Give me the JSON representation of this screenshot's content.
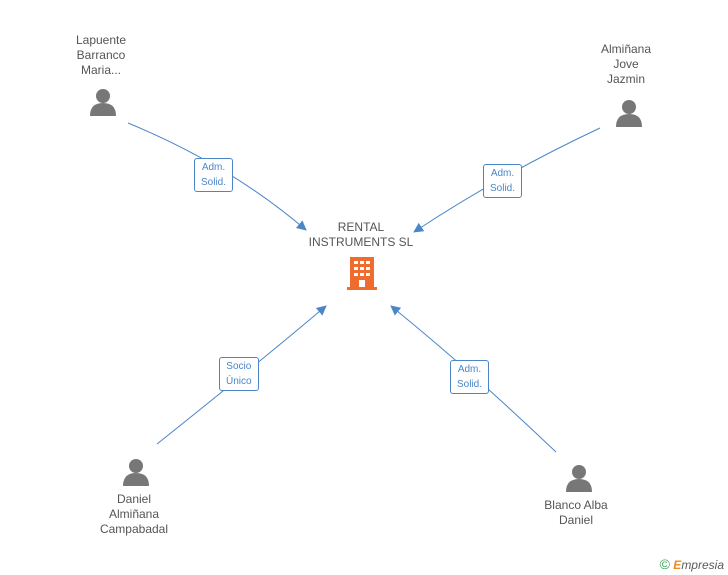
{
  "company": {
    "name_line1": "RENTAL",
    "name_line2": "INSTRUMENTS SL",
    "icon": "building-icon",
    "color": "#f06b2e"
  },
  "people": [
    {
      "lines": [
        "Lapuente",
        "Barranco",
        "Maria..."
      ],
      "role_lines": [
        "Adm.",
        "Solid."
      ]
    },
    {
      "lines": [
        "Almiñana",
        "Jove",
        "Jazmin"
      ],
      "role_lines": [
        "Adm.",
        "Solid."
      ]
    },
    {
      "lines": [
        "Daniel",
        "Almiñana",
        "Campabadal"
      ],
      "role_lines": [
        "Socio",
        "Único"
      ]
    },
    {
      "lines": [
        "Blanco Alba",
        "Daniel"
      ],
      "role_lines": [
        "Adm.",
        "Solid."
      ]
    }
  ],
  "colors": {
    "edge": "#4a86c8",
    "person": "#777777",
    "text": "#555555"
  },
  "footer": {
    "copyright": "©",
    "brand_initial": "E",
    "brand_rest": "mpresia"
  }
}
